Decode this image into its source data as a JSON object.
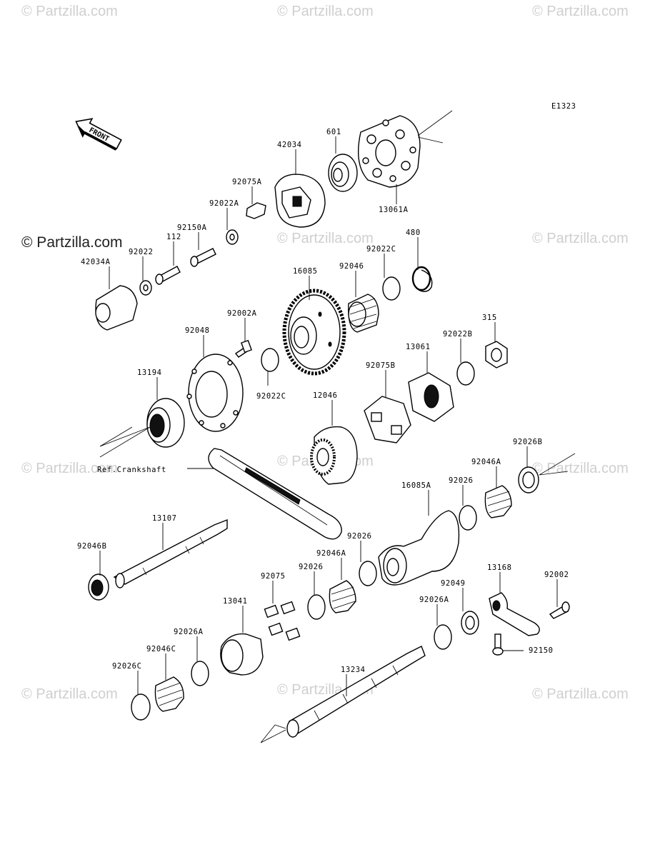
{
  "diagram": {
    "code": "E1323",
    "front_label": "FRONT",
    "ref_note": "Ref.Crankshaft",
    "watermark": "© Partzilla.com",
    "part_labels": [
      "42034",
      "601",
      "92075A",
      "92022A",
      "13061A",
      "92150A",
      "112",
      "92022",
      "42034A",
      "480",
      "92022C",
      "16085",
      "92046",
      "92002A",
      "92048",
      "315",
      "92022B",
      "13061",
      "92075B",
      "13194",
      "92022C",
      "12046",
      "92026B",
      "92046A",
      "92026",
      "16085A",
      "13107",
      "92026",
      "92046B",
      "92046A",
      "92026",
      "92075",
      "13168",
      "92002",
      "13041",
      "92049",
      "92026A",
      "92026A",
      "92046C",
      "92150",
      "13234",
      "92026C"
    ]
  }
}
